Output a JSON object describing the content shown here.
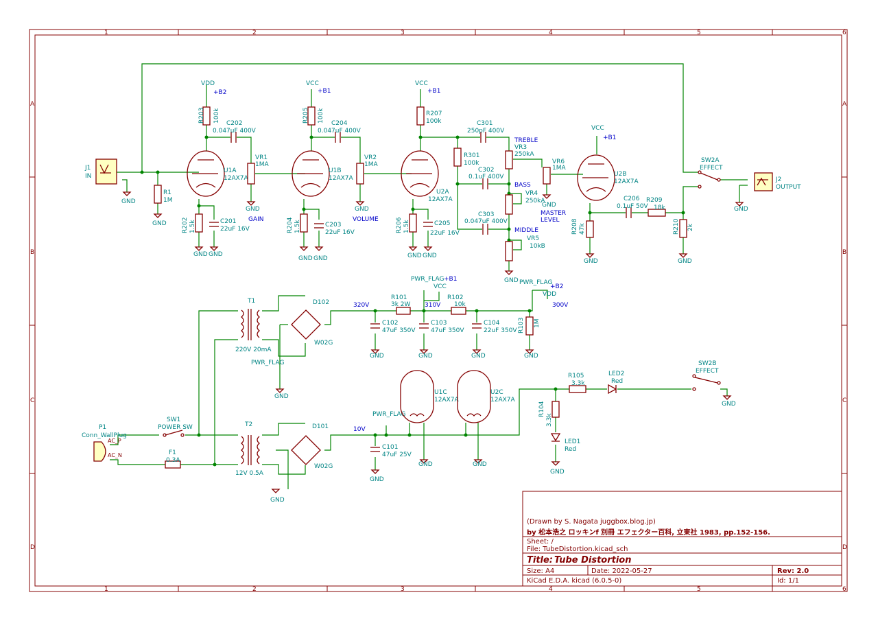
{
  "frame": {
    "cols": [
      "1",
      "2",
      "3",
      "4",
      "5",
      "6"
    ],
    "rows": [
      "A",
      "B",
      "C",
      "D"
    ]
  },
  "title_block": {
    "drawn_by": "(Drawn by S. Nagata  juggbox.blog.jp)",
    "credit": "by 松本浩之  ロッキンf 別冊 エフェクター百科, 立東社 1983, pp.152-156.",
    "sheet": "Sheet: /",
    "file": "File: TubeDistortion.kicad_sch",
    "title_label": "Title:",
    "title": "Tube Distortion",
    "size": "Size: A4",
    "date": "Date: 2022-05-27",
    "rev": "Rev: 2.0",
    "tool": "KiCad E.D.A.  kicad (6.0.5-0)",
    "id": "Id: 1/1"
  },
  "refs": {
    "J1": "J1",
    "IN": "IN",
    "R1": "R1",
    "R1v": "1M",
    "R203": "R203",
    "R203v": "100k",
    "C202": "C202",
    "C202v": "0.047uF 400V",
    "U1A": "U1A",
    "U1Av": "12AX7A",
    "VR1": "VR1",
    "VR1v": "1MA",
    "GAIN": "GAIN",
    "R202": "R202",
    "R202v": "1.5k",
    "C201": "C201",
    "C201v": "22uF 16V",
    "R205": "R205",
    "R205v": "100k",
    "C204": "C204",
    "C204v": "0.047uF 400V",
    "U1B": "U1B",
    "U1Bv": "12AX7A",
    "VR2": "VR2",
    "VR2v": "1MA",
    "VOLUME": "VOLUME",
    "R204": "R204",
    "R204v": "1.5k",
    "C203": "C203",
    "C203v": "22uF 16V",
    "R207": "R207",
    "R207v": "100k",
    "U2A": "U2A",
    "U2Av": "12AX7A",
    "R206": "R206",
    "R206v": "1.5k",
    "C205": "C205",
    "C205v": "22uF 16V",
    "C301": "C301",
    "C301v": "250pF 400V",
    "R301": "R301",
    "R301v": "100k",
    "C302": "C302",
    "C302v": "0.1uF 400V",
    "C303": "C303",
    "C303v": "0.047uF 400V",
    "VR3": "VR3",
    "VR3v": "250kA",
    "TREBLE": "TREBLE",
    "VR4": "VR4",
    "VR4v": "250kA",
    "BASS": "BASS",
    "VR5": "VR5",
    "VR5v": "10kB",
    "MIDDLE": "MIDDLE",
    "VR6": "VR6",
    "VR6v": "1MA",
    "MASTER": "MASTER",
    "LEVEL": "LEVEL",
    "U2B": "U2B",
    "U2Bv": "12AX7A",
    "R208": "R208",
    "R208v": "47k",
    "C206": "C206",
    "C206v": "0.1uF 50V",
    "R209": "R209",
    "R209v": "18k",
    "R210": "R210",
    "R210v": "2k",
    "SW2A": "SW2A",
    "EFFECT": "EFFECT",
    "J2": "J2",
    "OUTPUT": "OUTPUT",
    "T1": "T1",
    "T1v": "220V 20mA",
    "D102": "D102",
    "D102v": "W02G",
    "R101": "R101",
    "R101v": "3k 2W",
    "R102": "R102",
    "R102v": "10k",
    "C102": "C102",
    "C102v": "47uF 350V",
    "C103": "C103",
    "C103v": "47uF 350V",
    "C104": "C104",
    "C104v": "22uF 350V",
    "R103": "R103",
    "R103v": "1M",
    "P1": "P1",
    "P1v": "Conn_WallPlug",
    "ACP": "AC_P",
    "ACN": "AC_N",
    "SW1": "SW1",
    "SW1v": "POWER SW",
    "F1": "F1",
    "F1v": "0.3A",
    "T2": "T2",
    "T2v": "12V 0.5A",
    "D101": "D101",
    "D101v": "W02G",
    "C101": "C101",
    "C101v": "47uF 25V",
    "U1C": "U1C",
    "U1Cv": "12AX7A",
    "U2C": "U2C",
    "U2Cv": "12AX7A",
    "R105": "R105",
    "R105v": "3.3k",
    "LED2": "LED2",
    "LED2v": "Red",
    "R104": "R104",
    "R104v": "3.3k",
    "LED1": "LED1",
    "LED1v": "Red",
    "SW2B": "SW2B",
    "SW2Bv": "EFFECT"
  },
  "nets": {
    "vdd": "VDD",
    "vcc": "VCC",
    "gnd": "GND",
    "pwr_flag": "PWR_FLAG",
    "b1": "+B1",
    "b2": "+B2",
    "v320": "320V",
    "v310": "310V",
    "v300": "300V",
    "v10": "10V"
  },
  "colors": {
    "wire": "#008400",
    "component": "#840000",
    "body_fill": "#ffffc2",
    "ref_text": "#008484",
    "net_text": "#0000c8",
    "frame": "#840000"
  }
}
